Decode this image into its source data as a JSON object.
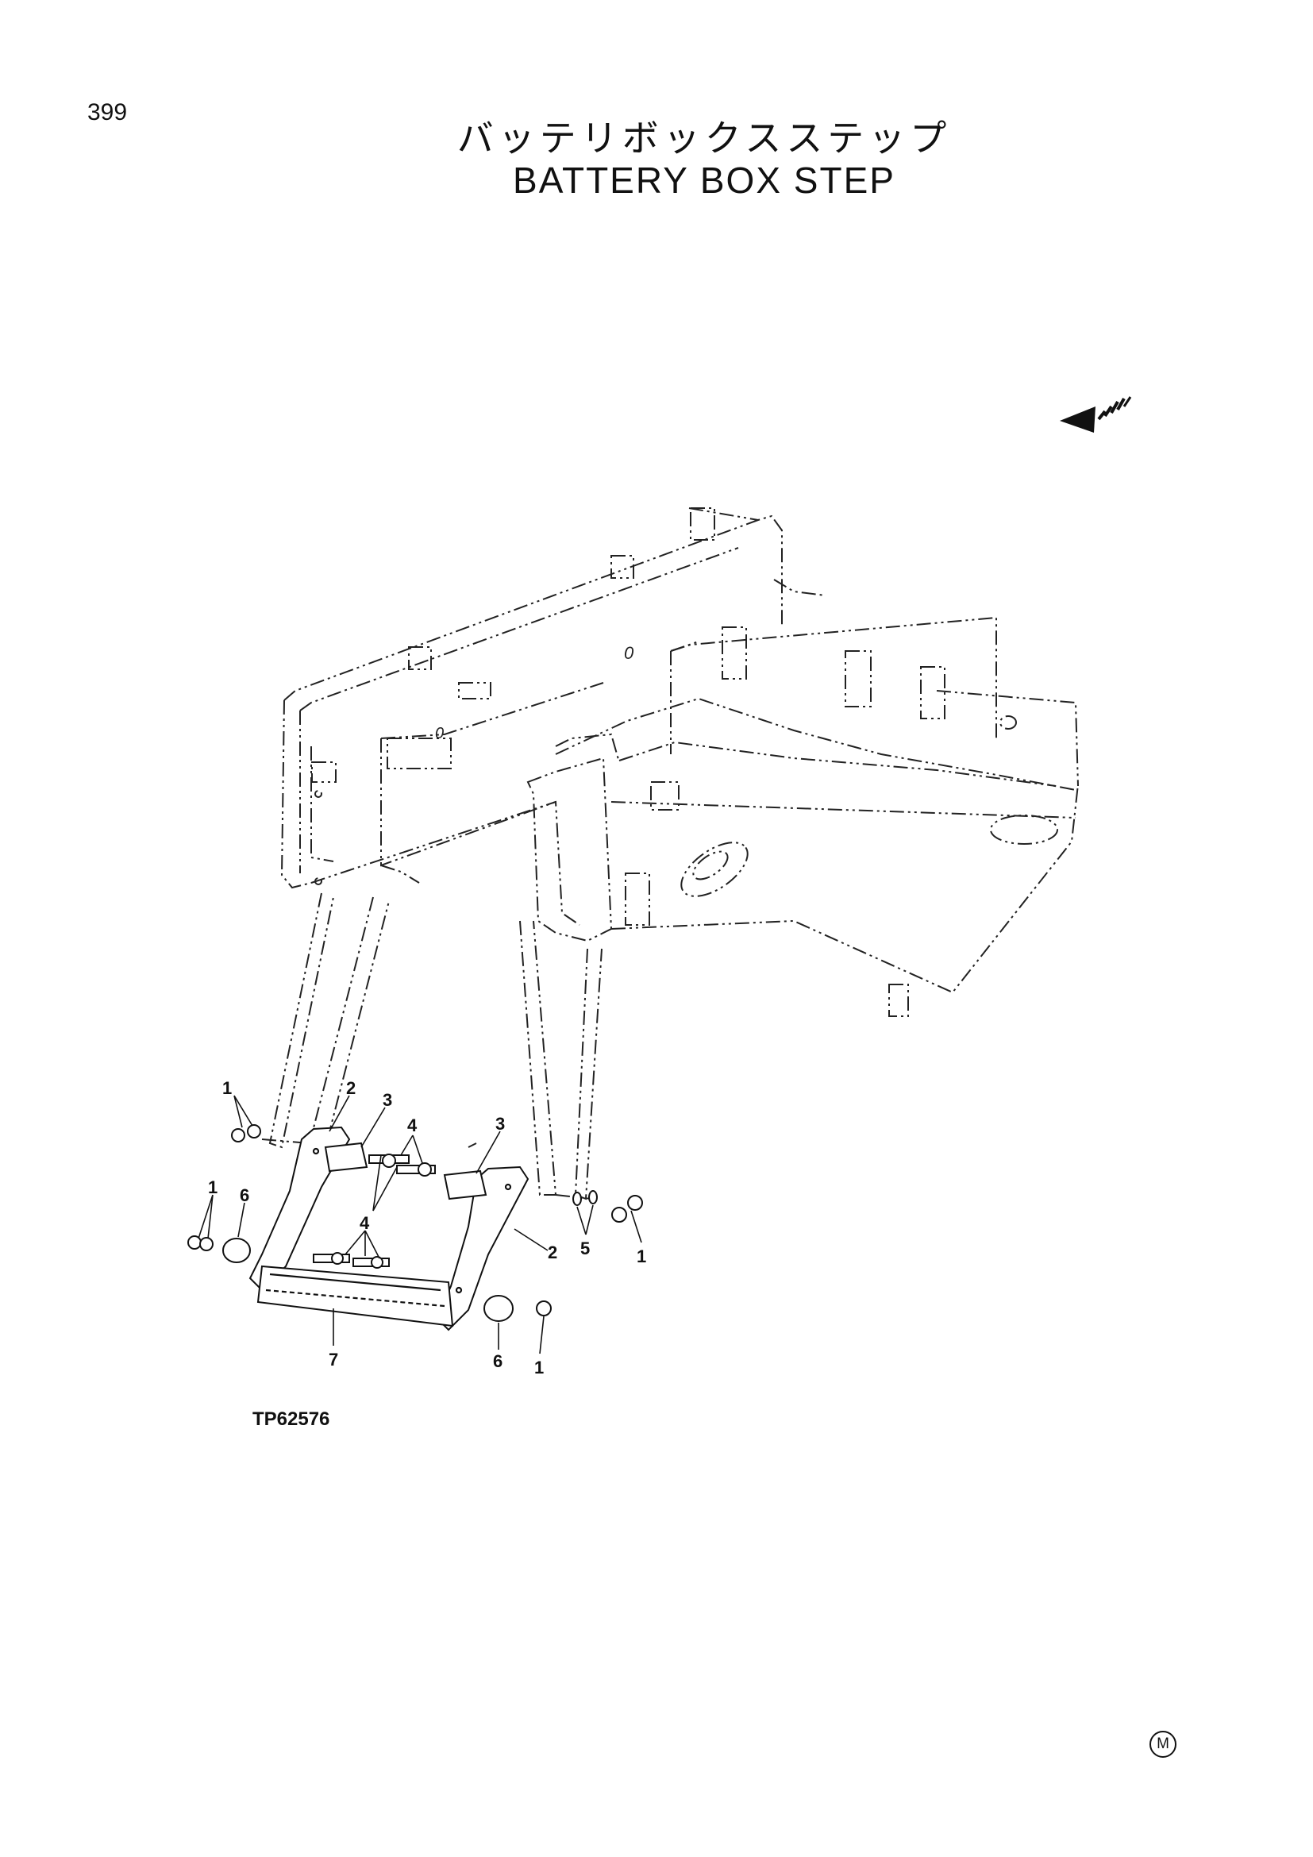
{
  "page": {
    "number": "399",
    "title_jp": "バッテリボックスステップ",
    "title_en": "BATTERY BOX STEP",
    "figure_id": "TP62576",
    "mark": "M"
  },
  "callouts": [
    {
      "id": "c1a",
      "label": "1"
    },
    {
      "id": "c2a",
      "label": "2"
    },
    {
      "id": "c3a",
      "label": "3"
    },
    {
      "id": "c4a",
      "label": "4"
    },
    {
      "id": "c3b",
      "label": "3"
    },
    {
      "id": "c1b",
      "label": "1"
    },
    {
      "id": "c6a",
      "label": "6"
    },
    {
      "id": "c4b",
      "label": "4"
    },
    {
      "id": "c2b",
      "label": "2"
    },
    {
      "id": "c5",
      "label": "5"
    },
    {
      "id": "c1c",
      "label": "1"
    },
    {
      "id": "c7",
      "label": "7"
    },
    {
      "id": "c6b",
      "label": "6"
    },
    {
      "id": "c1d",
      "label": "1"
    }
  ],
  "icons": {
    "direction_arrow": "front-direction-arrow-icon"
  }
}
